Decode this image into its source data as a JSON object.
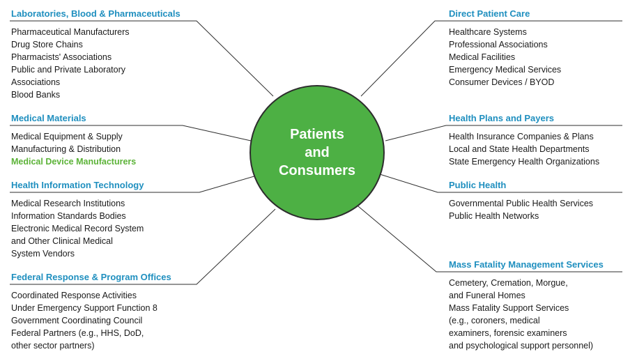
{
  "center": {
    "lines": [
      "Patients",
      "and",
      "Consumers"
    ]
  },
  "colors": {
    "heading": "#1f8fbf",
    "hub_fill": "#4db044",
    "highlight": "#5cb338",
    "text": "#1a1a1a",
    "line": "#2d2d2d"
  },
  "sections": [
    {
      "heading": "Laboratories, Blood & Pharmaceuticals",
      "items": [
        {
          "text": "Pharmaceutical Manufacturers"
        },
        {
          "text": "Drug Store Chains"
        },
        {
          "text": "Pharmacists' Associations"
        },
        {
          "text": "Public and Private Laboratory"
        },
        {
          "text": "Associations"
        },
        {
          "text": "Blood Banks"
        }
      ]
    },
    {
      "heading": "Medical Materials",
      "items": [
        {
          "text": "Medical Equipment & Supply"
        },
        {
          "text": "Manufacturing & Distribution"
        },
        {
          "text": "Medical Device Manufacturers",
          "highlight": true
        }
      ]
    },
    {
      "heading": "Health Information Technology",
      "items": [
        {
          "text": "Medical Research Institutions"
        },
        {
          "text": "Information Standards Bodies"
        },
        {
          "text": "Electronic Medical Record System"
        },
        {
          "text": "and Other Clinical Medical"
        },
        {
          "text": "System Vendors"
        }
      ]
    },
    {
      "heading": "Federal Response & Program Offices",
      "items": [
        {
          "text": "Coordinated Response Activities"
        },
        {
          "text": "Under Emergency Support Function 8"
        },
        {
          "text": "Government Coordinating Council"
        },
        {
          "text": "Federal Partners (e.g., HHS, DoD,"
        },
        {
          "text": "other sector partners)"
        }
      ]
    },
    {
      "heading": "Direct Patient Care",
      "items": [
        {
          "text": "Healthcare Systems"
        },
        {
          "text": "Professional Associations"
        },
        {
          "text": "Medical Facilities"
        },
        {
          "text": "Emergency Medical Services"
        },
        {
          "text": "Consumer Devices / BYOD"
        }
      ]
    },
    {
      "heading": "Health Plans and Payers",
      "items": [
        {
          "text": "Health Insurance Companies & Plans"
        },
        {
          "text": "Local and State Health Departments"
        },
        {
          "text": "State Emergency Health Organizations"
        }
      ]
    },
    {
      "heading": "Public Health",
      "items": [
        {
          "text": "Governmental Public Health Services"
        },
        {
          "text": "Public Health Networks"
        }
      ]
    },
    {
      "heading": "Mass Fatality Management Services",
      "items": [
        {
          "text": "Cemetery, Cremation, Morgue,"
        },
        {
          "text": "and Funeral Homes"
        },
        {
          "text": "Mass Fatality Support Services"
        },
        {
          "text": "(e.g., coroners, medical"
        },
        {
          "text": "examiners, forensic examiners"
        },
        {
          "text": "and psychological support personnel)"
        }
      ]
    }
  ]
}
